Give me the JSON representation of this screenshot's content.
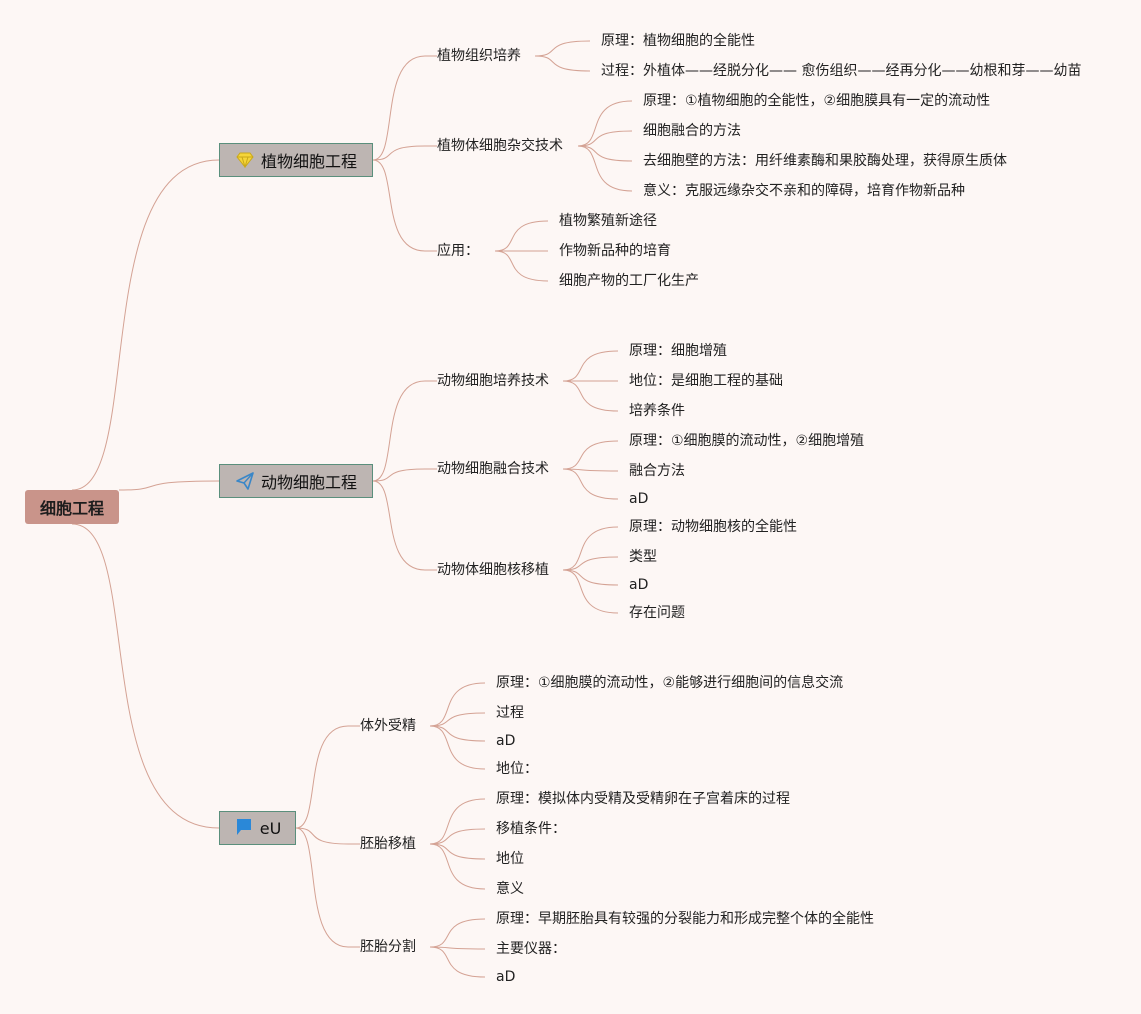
{
  "root": {
    "label": "细胞工程"
  },
  "branches": [
    {
      "label": "植物细胞工程",
      "icon": "gem-icon",
      "children": [
        {
          "label": "植物组织培养",
          "children": [
            "原理：植物细胞的全能性",
            "过程：外植体——经脱分化—— 愈伤组织——经再分化——幼根和芽——幼苗"
          ]
        },
        {
          "label": "植物体细胞杂交技术",
          "children": [
            "原理：①植物细胞的全能性，②细胞膜具有一定的流动性",
            "细胞融合的方法",
            "去细胞壁的方法：用纤维素酶和果胶酶处理，获得原生质体",
            "意义：克服远缘杂交不亲和的障碍，培育作物新品种"
          ]
        },
        {
          "label": "应用：",
          "children": [
            "植物繁殖新途径",
            "作物新品种的培育",
            "细胞产物的工厂化生产"
          ]
        }
      ]
    },
    {
      "label": "动物细胞工程",
      "icon": "paper-plane-icon",
      "children": [
        {
          "label": "动物细胞培养技术",
          "children": [
            "原理：细胞增殖",
            "地位：是细胞工程的基础",
            "培养条件"
          ]
        },
        {
          "label": "动物细胞融合技术",
          "children": [
            "原理：①细胞膜的流动性，②细胞增殖",
            "融合方法",
            "aD"
          ]
        },
        {
          "label": "动物体细胞核移植",
          "children": [
            "原理：动物细胞核的全能性",
            "类型",
            "aD",
            "存在问题"
          ]
        }
      ]
    },
    {
      "label": "eU",
      "icon": "flag-icon",
      "children": [
        {
          "label": "体外受精",
          "children": [
            "原理：①细胞膜的流动性，②能够进行细胞间的信息交流",
            "过程",
            "aD",
            "地位："
          ]
        },
        {
          "label": "胚胎移植",
          "children": [
            "原理：模拟体内受精及受精卵在子宫着床的过程",
            "移植条件：",
            "地位",
            "意义"
          ]
        },
        {
          "label": "胚胎分割",
          "children": [
            "原理：早期胚胎具有较强的分裂能力和形成完整个体的全能性",
            "主要仪器：",
            "aD"
          ]
        }
      ]
    }
  ],
  "colors": {
    "link": "#d4a294",
    "root_fill": "#c9948a",
    "main_fill": "#bdb5b2",
    "main_border": "#5a8f7c"
  }
}
